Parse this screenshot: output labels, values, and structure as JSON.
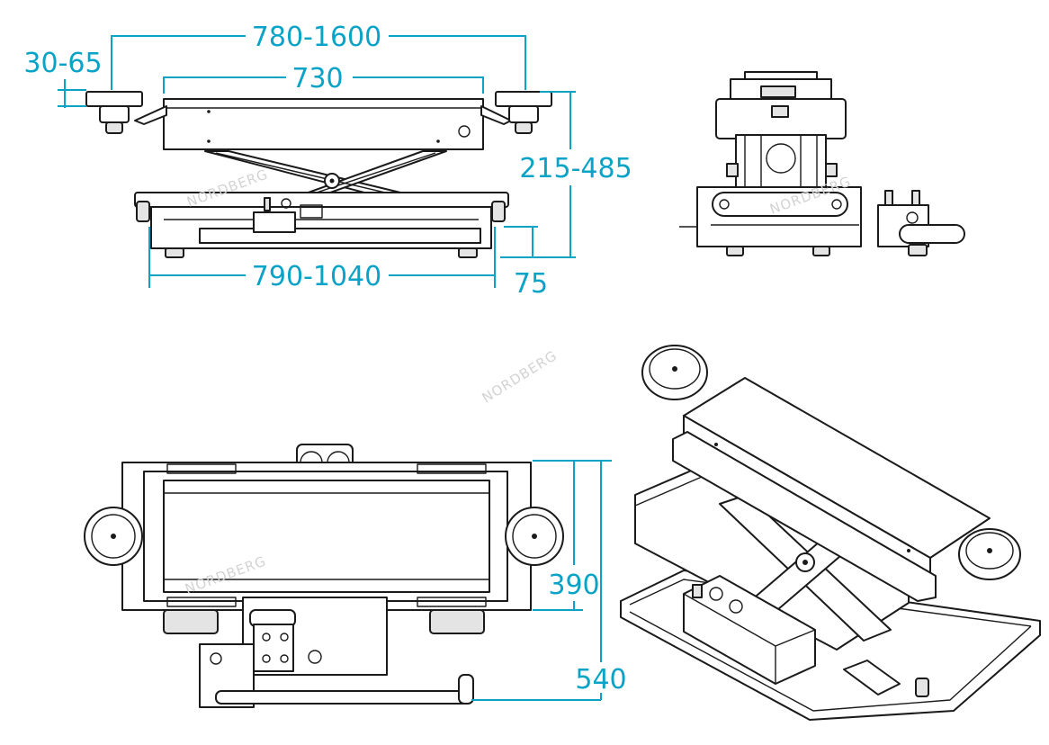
{
  "watermark": "NORDBERG",
  "colors": {
    "dimension": "#0aa3c8",
    "outline": "#1a1a1a",
    "watermark": "#d3d3d3"
  },
  "side_view": {
    "dim_overall_width": "780-1600",
    "dim_top_width": "730",
    "dim_adjust": "30-65",
    "dim_height": "215-485",
    "dim_base_length": "790-1040",
    "dim_offset": "75"
  },
  "top_view": {
    "dim_depth": "390",
    "dim_total_depth": "540"
  }
}
